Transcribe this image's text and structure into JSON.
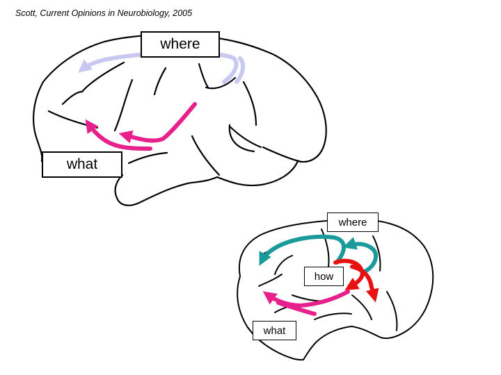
{
  "citation": "Scott, Current Opinions in Neurobiology, 2005",
  "monkey_brain": {
    "where_label": "where",
    "what_label": "what",
    "colors": {
      "where": "#c8c8f0",
      "what": "#e8208c"
    }
  },
  "human_brain": {
    "where_label": "where",
    "how_label": "how",
    "what_label": "what",
    "colors": {
      "where": "#1a9a9a",
      "how": "#e81010",
      "what": "#e8208c"
    }
  }
}
